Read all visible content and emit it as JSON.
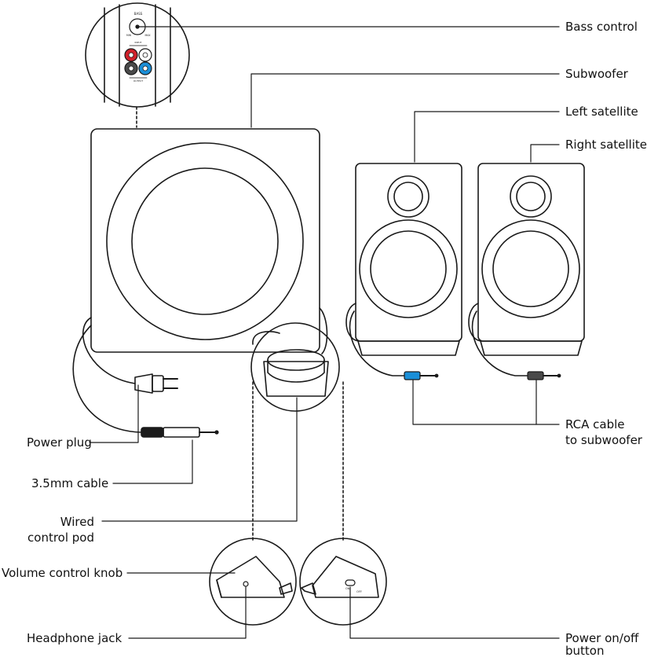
{
  "labels": {
    "bass_control": "Bass control",
    "subwoofer": "Subwoofer",
    "left_satellite": "Left satellite",
    "right_satellite": "Right satellite",
    "rca_cable_line1": "RCA cable",
    "rca_cable_line2": "to subwoofer",
    "power_plug": "Power plug",
    "cable_35mm": "3.5mm cable",
    "wired_pod_line1": "Wired",
    "wired_pod_line2": "control pod",
    "volume_knob": "Volume control knob",
    "headphone_jack": "Headphone jack",
    "power_button_line1": "Power on/off",
    "power_button_line2": "button"
  },
  "panel_text": {
    "bass": "BASS",
    "min": "MIN",
    "max": "MAX",
    "input": "INPUT",
    "output": "OUTPUT"
  },
  "pod_text": {
    "on": "ON",
    "off": "OFF"
  },
  "colors": {
    "line": "#1a1a1a",
    "rca_red": "#d0202a",
    "rca_white": "#ffffff",
    "rca_black": "#4a4a4a",
    "rca_blue": "#1a8fd8",
    "cable_blue": "#1a8fd8"
  }
}
